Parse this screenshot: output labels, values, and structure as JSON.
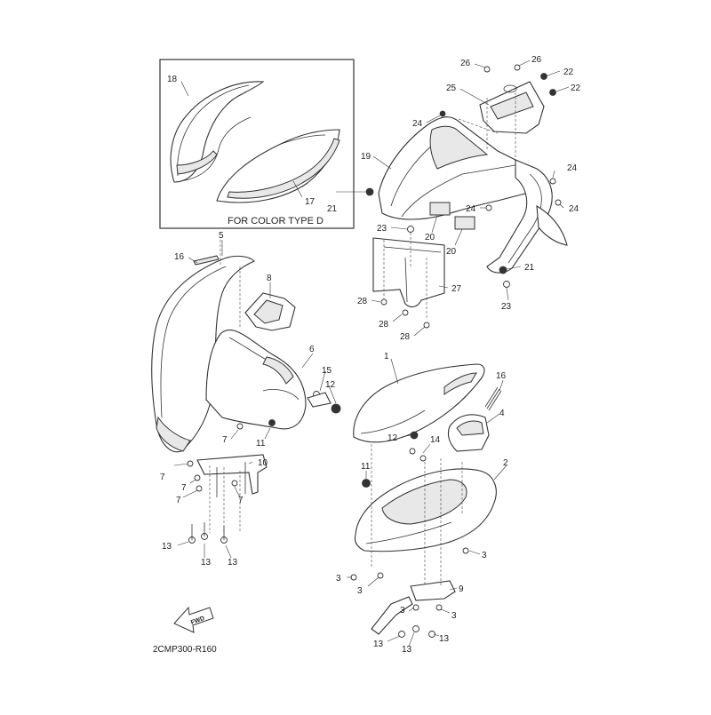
{
  "inset": {
    "caption": "FOR COLOR TYPE D"
  },
  "diagram_code": "2CMP300-R160",
  "fwd_arrow": {
    "label": "FWD",
    "icon": "fwd-arrow-icon"
  },
  "callouts": {
    "c1": "1",
    "c2": "2",
    "c3a": "3",
    "c3b": "3",
    "c3c": "3",
    "c3d": "3",
    "c3e": "3",
    "c4": "4",
    "c5": "5",
    "c6": "6",
    "c7a": "7",
    "c7b": "7",
    "c7c": "7",
    "c7d": "7",
    "c7e": "7",
    "c8": "8",
    "c9": "9",
    "c10": "10",
    "c11a": "11",
    "c11b": "11",
    "c12a": "12",
    "c12b": "12",
    "c13a": "13",
    "c13b": "13",
    "c13c": "13",
    "c13d": "13",
    "c13e": "13",
    "c13f": "13",
    "c14": "14",
    "c15": "15",
    "c16a": "16",
    "c16b": "16",
    "c17": "17",
    "c18": "18",
    "c19": "19",
    "c20a": "20",
    "c20b": "20",
    "c21a": "21",
    "c21b": "21",
    "c22a": "22",
    "c22b": "22",
    "c23a": "23",
    "c23b": "23",
    "c24a": "24",
    "c24b": "24",
    "c24c": "24",
    "c24d": "24",
    "c25": "25",
    "c26a": "26",
    "c26b": "26",
    "c27": "27",
    "c28a": "28",
    "c28b": "28",
    "c28c": "28"
  }
}
